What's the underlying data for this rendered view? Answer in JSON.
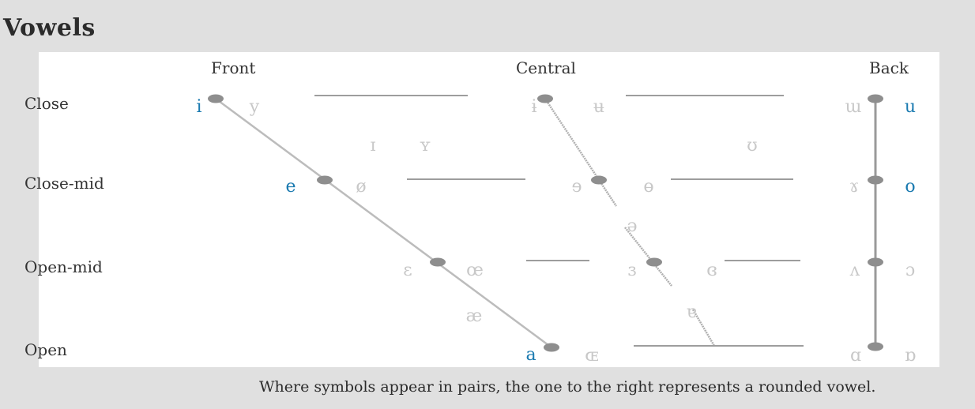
{
  "heading": "Vowels",
  "columns": {
    "front": "Front",
    "central": "Central",
    "back": "Back"
  },
  "rows": {
    "close": "Close",
    "close_mid": "Close-mid",
    "open_mid": "Open-mid",
    "open": "Open"
  },
  "vowels": [
    {
      "symbol": "i",
      "tone": "dark"
    },
    {
      "symbol": "y",
      "tone": "light"
    },
    {
      "symbol": "ɨ",
      "tone": "light"
    },
    {
      "symbol": "ʉ",
      "tone": "light"
    },
    {
      "symbol": "ɯ",
      "tone": "light"
    },
    {
      "symbol": "u",
      "tone": "dark"
    },
    {
      "symbol": "ɪ",
      "tone": "light"
    },
    {
      "symbol": "ʏ",
      "tone": "light"
    },
    {
      "symbol": "ʊ",
      "tone": "light"
    },
    {
      "symbol": "e",
      "tone": "dark"
    },
    {
      "symbol": "ø",
      "tone": "light"
    },
    {
      "symbol": "ɘ",
      "tone": "light"
    },
    {
      "symbol": "ɵ",
      "tone": "light"
    },
    {
      "symbol": "ɤ",
      "tone": "light"
    },
    {
      "symbol": "o",
      "tone": "dark"
    },
    {
      "symbol": "ə",
      "tone": "light"
    },
    {
      "symbol": "ɛ",
      "tone": "light"
    },
    {
      "symbol": "œ",
      "tone": "light"
    },
    {
      "symbol": "ɜ",
      "tone": "light"
    },
    {
      "symbol": "ɞ",
      "tone": "light"
    },
    {
      "symbol": "ʌ",
      "tone": "light"
    },
    {
      "symbol": "ɔ",
      "tone": "light"
    },
    {
      "symbol": "æ",
      "tone": "light"
    },
    {
      "symbol": "ɐ",
      "tone": "light"
    },
    {
      "symbol": "a",
      "tone": "dark"
    },
    {
      "symbol": "ɶ",
      "tone": "light"
    },
    {
      "symbol": "ɑ",
      "tone": "light"
    },
    {
      "symbol": "ɒ",
      "tone": "light"
    }
  ],
  "caption": "Where symbols appear in pairs, the one to the right represents a rounded vowel.",
  "colors": {
    "dark_vowel": "#1a7ab0",
    "light_vowel": "#c8c8c8",
    "line": "#b9b9b9",
    "dot": "#8e8e8e",
    "panel": "#ffffff",
    "background": "#e0e0e0"
  }
}
